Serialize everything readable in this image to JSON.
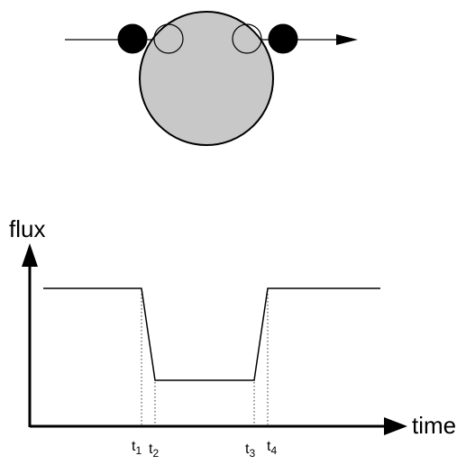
{
  "colors": {
    "star_fill": "#c8c8c8",
    "planet_fill": "#000000",
    "line": "#000000",
    "background": "#ffffff"
  },
  "axes": {
    "y_label": "flux",
    "x_label": "time"
  },
  "contact_times": [
    {
      "main": "t",
      "sub": "1"
    },
    {
      "main": "t",
      "sub": "2"
    },
    {
      "main": "t",
      "sub": "3"
    },
    {
      "main": "t",
      "sub": "4"
    }
  ]
}
